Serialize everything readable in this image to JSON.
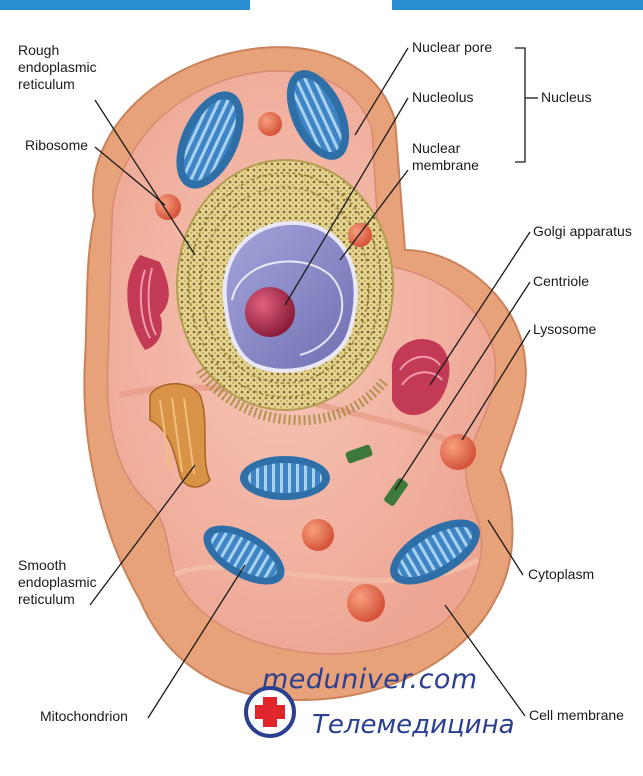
{
  "labels": {
    "rough_er": "Rough\nendoplasmic\nreticulum",
    "ribosome": "Ribosome",
    "nuclear_pore": "Nuclear pore",
    "nucleolus": "Nucleolus",
    "nuclear_membrane": "Nuclear\nmembrane",
    "nucleus": "Nucleus",
    "golgi_apparatus": "Golgi apparatus",
    "centriole": "Centriole",
    "lysosome": "Lysosome",
    "smooth_er": "Smooth\nendoplasmic\nreticulum",
    "cytoplasm": "Cytoplasm",
    "mitochondrion": "Mitochondrion",
    "cell_membrane": "Cell membrane"
  },
  "watermark": {
    "site": "meduniver.com",
    "subtitle": "Телемедицина"
  },
  "colors": {
    "top_strip": "#2a8fd0",
    "cell_membrane": "#e8a27a",
    "cytoplasm": "#f2b5a8",
    "nucleus": "#8f8fc8",
    "nucleolus": "#b8325a",
    "mitochondrion": "#3b7fc0",
    "lysosome": "#e06a4a",
    "golgi": "#c23a55",
    "rough_er": "#d6c07a",
    "label_line": "#1a1a1a",
    "watermark": "#2a3f8f"
  }
}
